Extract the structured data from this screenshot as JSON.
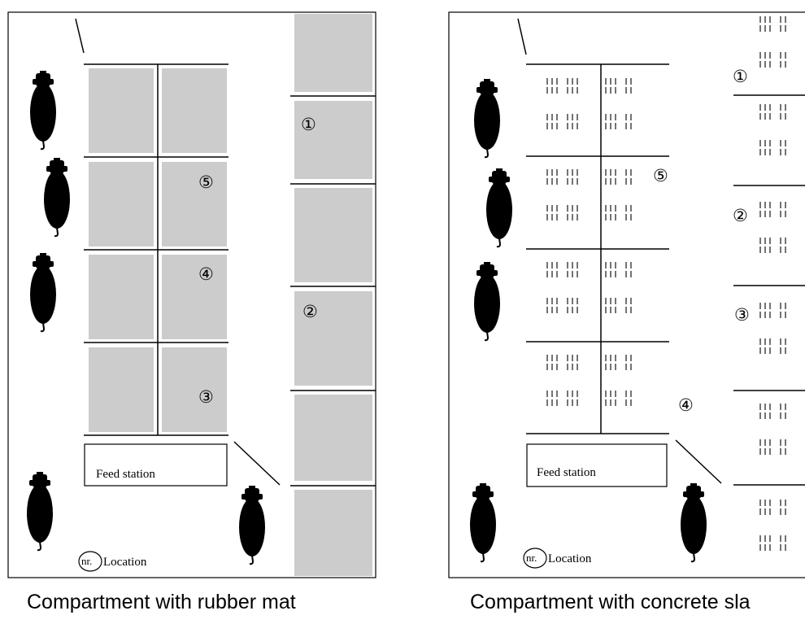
{
  "panels": [
    {
      "caption": "Compartment with rubber mat",
      "feed_station": "Feed station",
      "legend_symbol": "nr.",
      "legend_text": "Location",
      "locations": [
        "①",
        "②",
        "③",
        "④",
        "⑤"
      ],
      "floor": "rubber mat"
    },
    {
      "caption": "Compartment with concrete sla",
      "feed_station": "Feed station",
      "legend_symbol": "nr.",
      "legend_text": "Location",
      "locations": [
        "①",
        "②",
        "③",
        "④",
        "⑤"
      ],
      "floor": "concrete slats"
    }
  ],
  "colors": {
    "mat": "#cccccc",
    "line": "#000000",
    "background": "#ffffff"
  }
}
